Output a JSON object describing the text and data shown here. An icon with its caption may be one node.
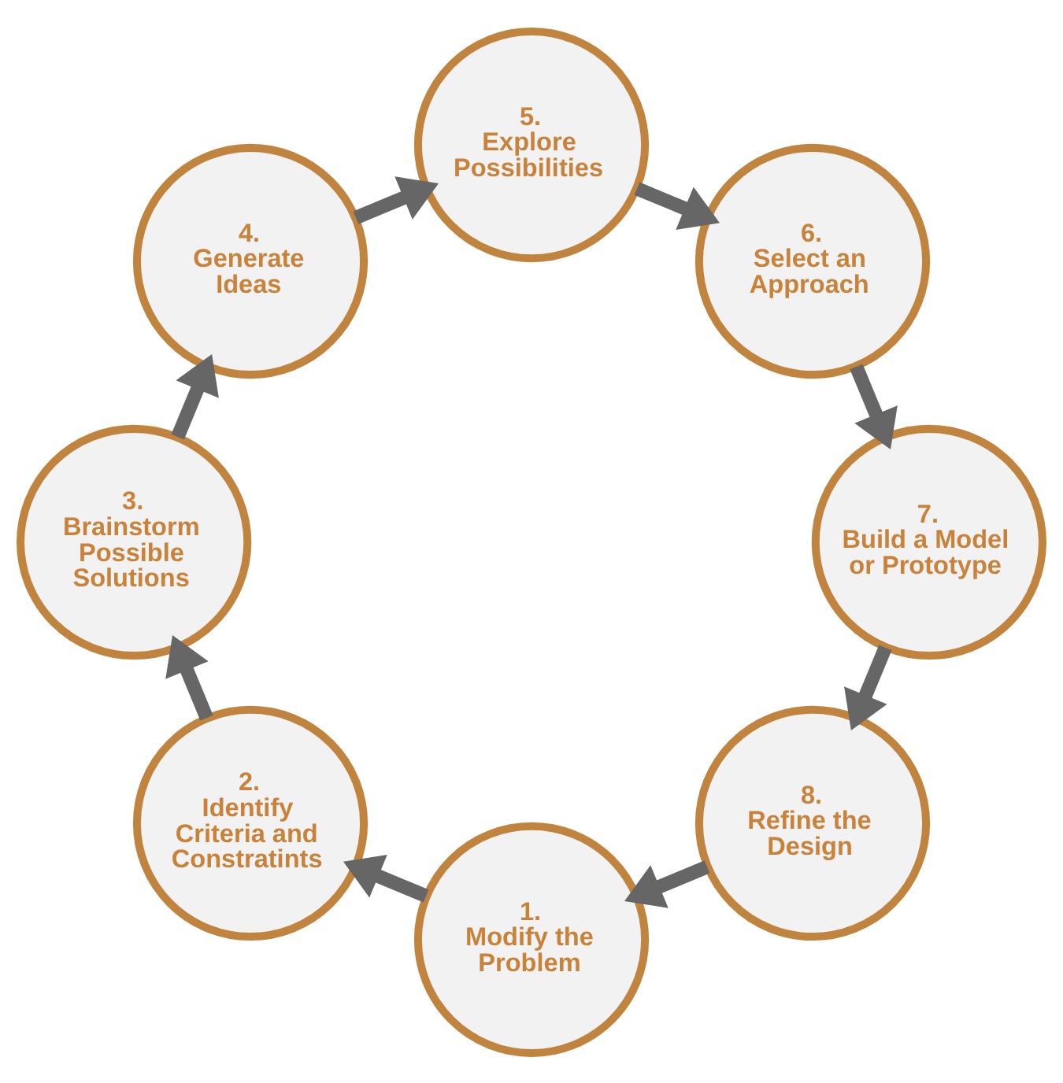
{
  "diagram": {
    "nodes": [
      {
        "text": [
          "1. Modify the Problem"
        ]
      },
      {
        "text": [
          "2. Identify Criteria and Constratints"
        ]
      },
      {
        "text": [
          "3. Brainstorm Possible Solutions"
        ]
      },
      {
        "text": [
          "4. Generate Ideas"
        ]
      },
      {
        "text": [
          "5. Explore Possibilities"
        ]
      },
      {
        "text": [
          "6. Select an Approach"
        ]
      },
      {
        "text": [
          "7. Build a Model or Prototype"
        ]
      },
      {
        "text": [
          "8. Refine the Design"
        ]
      }
    ],
    "edges": [
      {
        "from": 0,
        "to": 1,
        "arrow": "to"
      },
      {
        "from": 1,
        "to": 2,
        "arrow": "to"
      },
      {
        "from": 2,
        "to": 3,
        "arrow": "to"
      },
      {
        "from": 3,
        "to": 4,
        "arrow": "to"
      },
      {
        "from": 4,
        "to": 5,
        "arrow": "to"
      },
      {
        "from": 5,
        "to": 6,
        "arrow": "to"
      },
      {
        "from": 6,
        "to": 7,
        "arrow": "to"
      },
      {
        "from": 7,
        "to": 0,
        "arrow": "to"
      }
    ]
  }
}
